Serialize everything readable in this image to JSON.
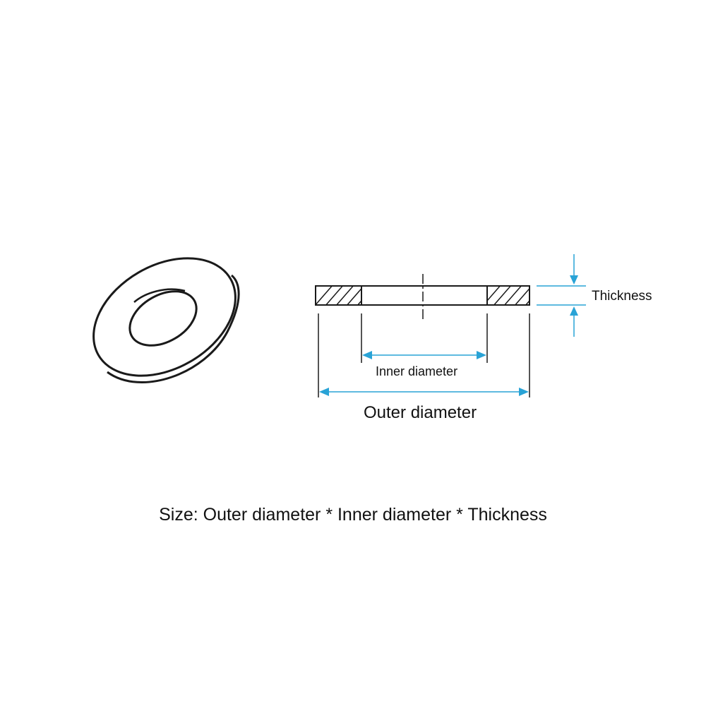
{
  "labels": {
    "thickness": "Thickness",
    "inner_diameter": "Inner diameter",
    "outer_diameter": "Outer diameter",
    "caption": "Size: Outer diameter * Inner diameter * Thickness"
  },
  "colors": {
    "outline": "#1a1a1a",
    "dimension": "#29a3d6",
    "background": "#ffffff"
  }
}
